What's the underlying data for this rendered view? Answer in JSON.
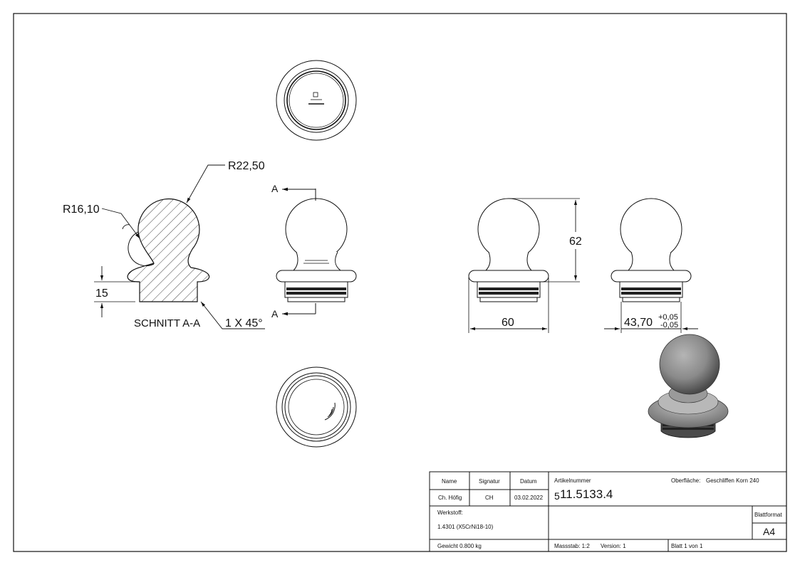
{
  "section_view": {
    "label": "SCHNITT A-A",
    "radius_large": "R22,50",
    "radius_small": "R16,10",
    "height_dim": "15",
    "chamfer": "1 X 45°"
  },
  "section_marker": {
    "letter_top": "A",
    "letter_bottom": "A"
  },
  "front_view": {
    "height_dim": "62",
    "width_dim": "60"
  },
  "side_view": {
    "diameter_dim": "43,70",
    "tol_plus": "+0,05",
    "tol_minus": "-0,05"
  },
  "title_block": {
    "headers": {
      "name": "Name",
      "signature": "Signatur",
      "date": "Datum"
    },
    "row": {
      "name": "Ch. Höfig",
      "signature": "CH",
      "date": "03.02.2022"
    },
    "material_label": "Werkstoff:",
    "material": "1.4301 (X5CrNi18-10)",
    "weight": "Gewicht 0.800 kg",
    "article_label": "Artikelnummer",
    "article_prefix": "5",
    "article_number": "11.5133.4",
    "surface_label": "Oberfläche:",
    "surface": "Geschliffen Korn 240",
    "scale": "Massstab: 1:2",
    "version": "Version: 1",
    "sheet": "Blatt 1 von 1",
    "format_label": "Blattformat",
    "format": "A4"
  },
  "colors": {
    "line": "#111111",
    "shade_dark": "#5a5a5a",
    "shade_mid": "#8c8c8c",
    "shade_light": "#bdbdbd"
  }
}
